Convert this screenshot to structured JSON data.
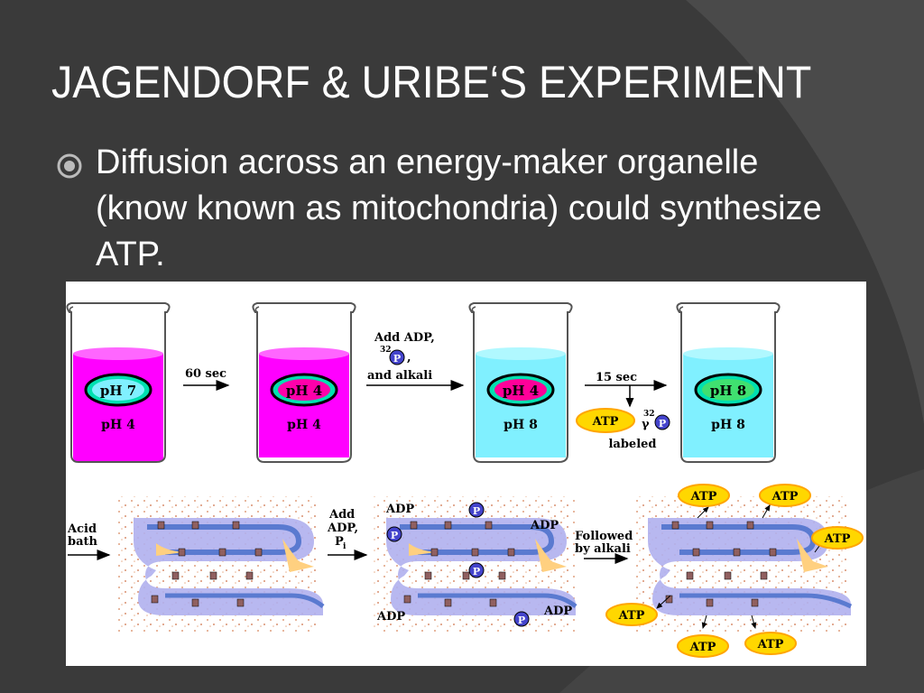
{
  "slide": {
    "title": "JAGENDORF & URIBE‘S EXPERIMENT",
    "bullet_text": "Diffusion across an energy-maker organelle (know known as mitochondria) could synthesize ATP."
  },
  "colors": {
    "background": "#3a3a3a",
    "acid_fluid": "#ff00ff",
    "base_fluid": "#80f0ff",
    "membrane": "#b0b0ee",
    "atp_badge": "#ffd700",
    "phosphate": "#4444cc"
  },
  "diagram": {
    "top": {
      "beaker1_inner": "pH 7",
      "beaker1_outer": "pH 4",
      "step1": "60 sec",
      "beaker2_inner": "pH 4",
      "beaker2_outer": "pH 4",
      "step2_line1": "Add ADP,",
      "step2_superscript": "32",
      "step2_p": "P",
      "step2_comma": ",",
      "step2_line3": "and alkali",
      "beaker3_inner": "pH 4",
      "beaker3_outer": "pH 8",
      "step3": "15 sec",
      "atp": "ATP",
      "gamma_superscript": "32",
      "gamma": "γ",
      "gamma_p": "P",
      "labeled": "labeled",
      "beaker4_inner": "pH 8",
      "beaker4_outer": "pH 8"
    },
    "bottom": {
      "acid_bath_line1": "Acid",
      "acid_bath_line2": "bath",
      "add_line1": "Add",
      "add_line2": "ADP,",
      "add_line3": "P",
      "add_sub": "i",
      "adp": "ADP",
      "p": "P",
      "followed_line1": "Followed",
      "followed_line2": "by alkali",
      "atp": "ATP"
    }
  }
}
